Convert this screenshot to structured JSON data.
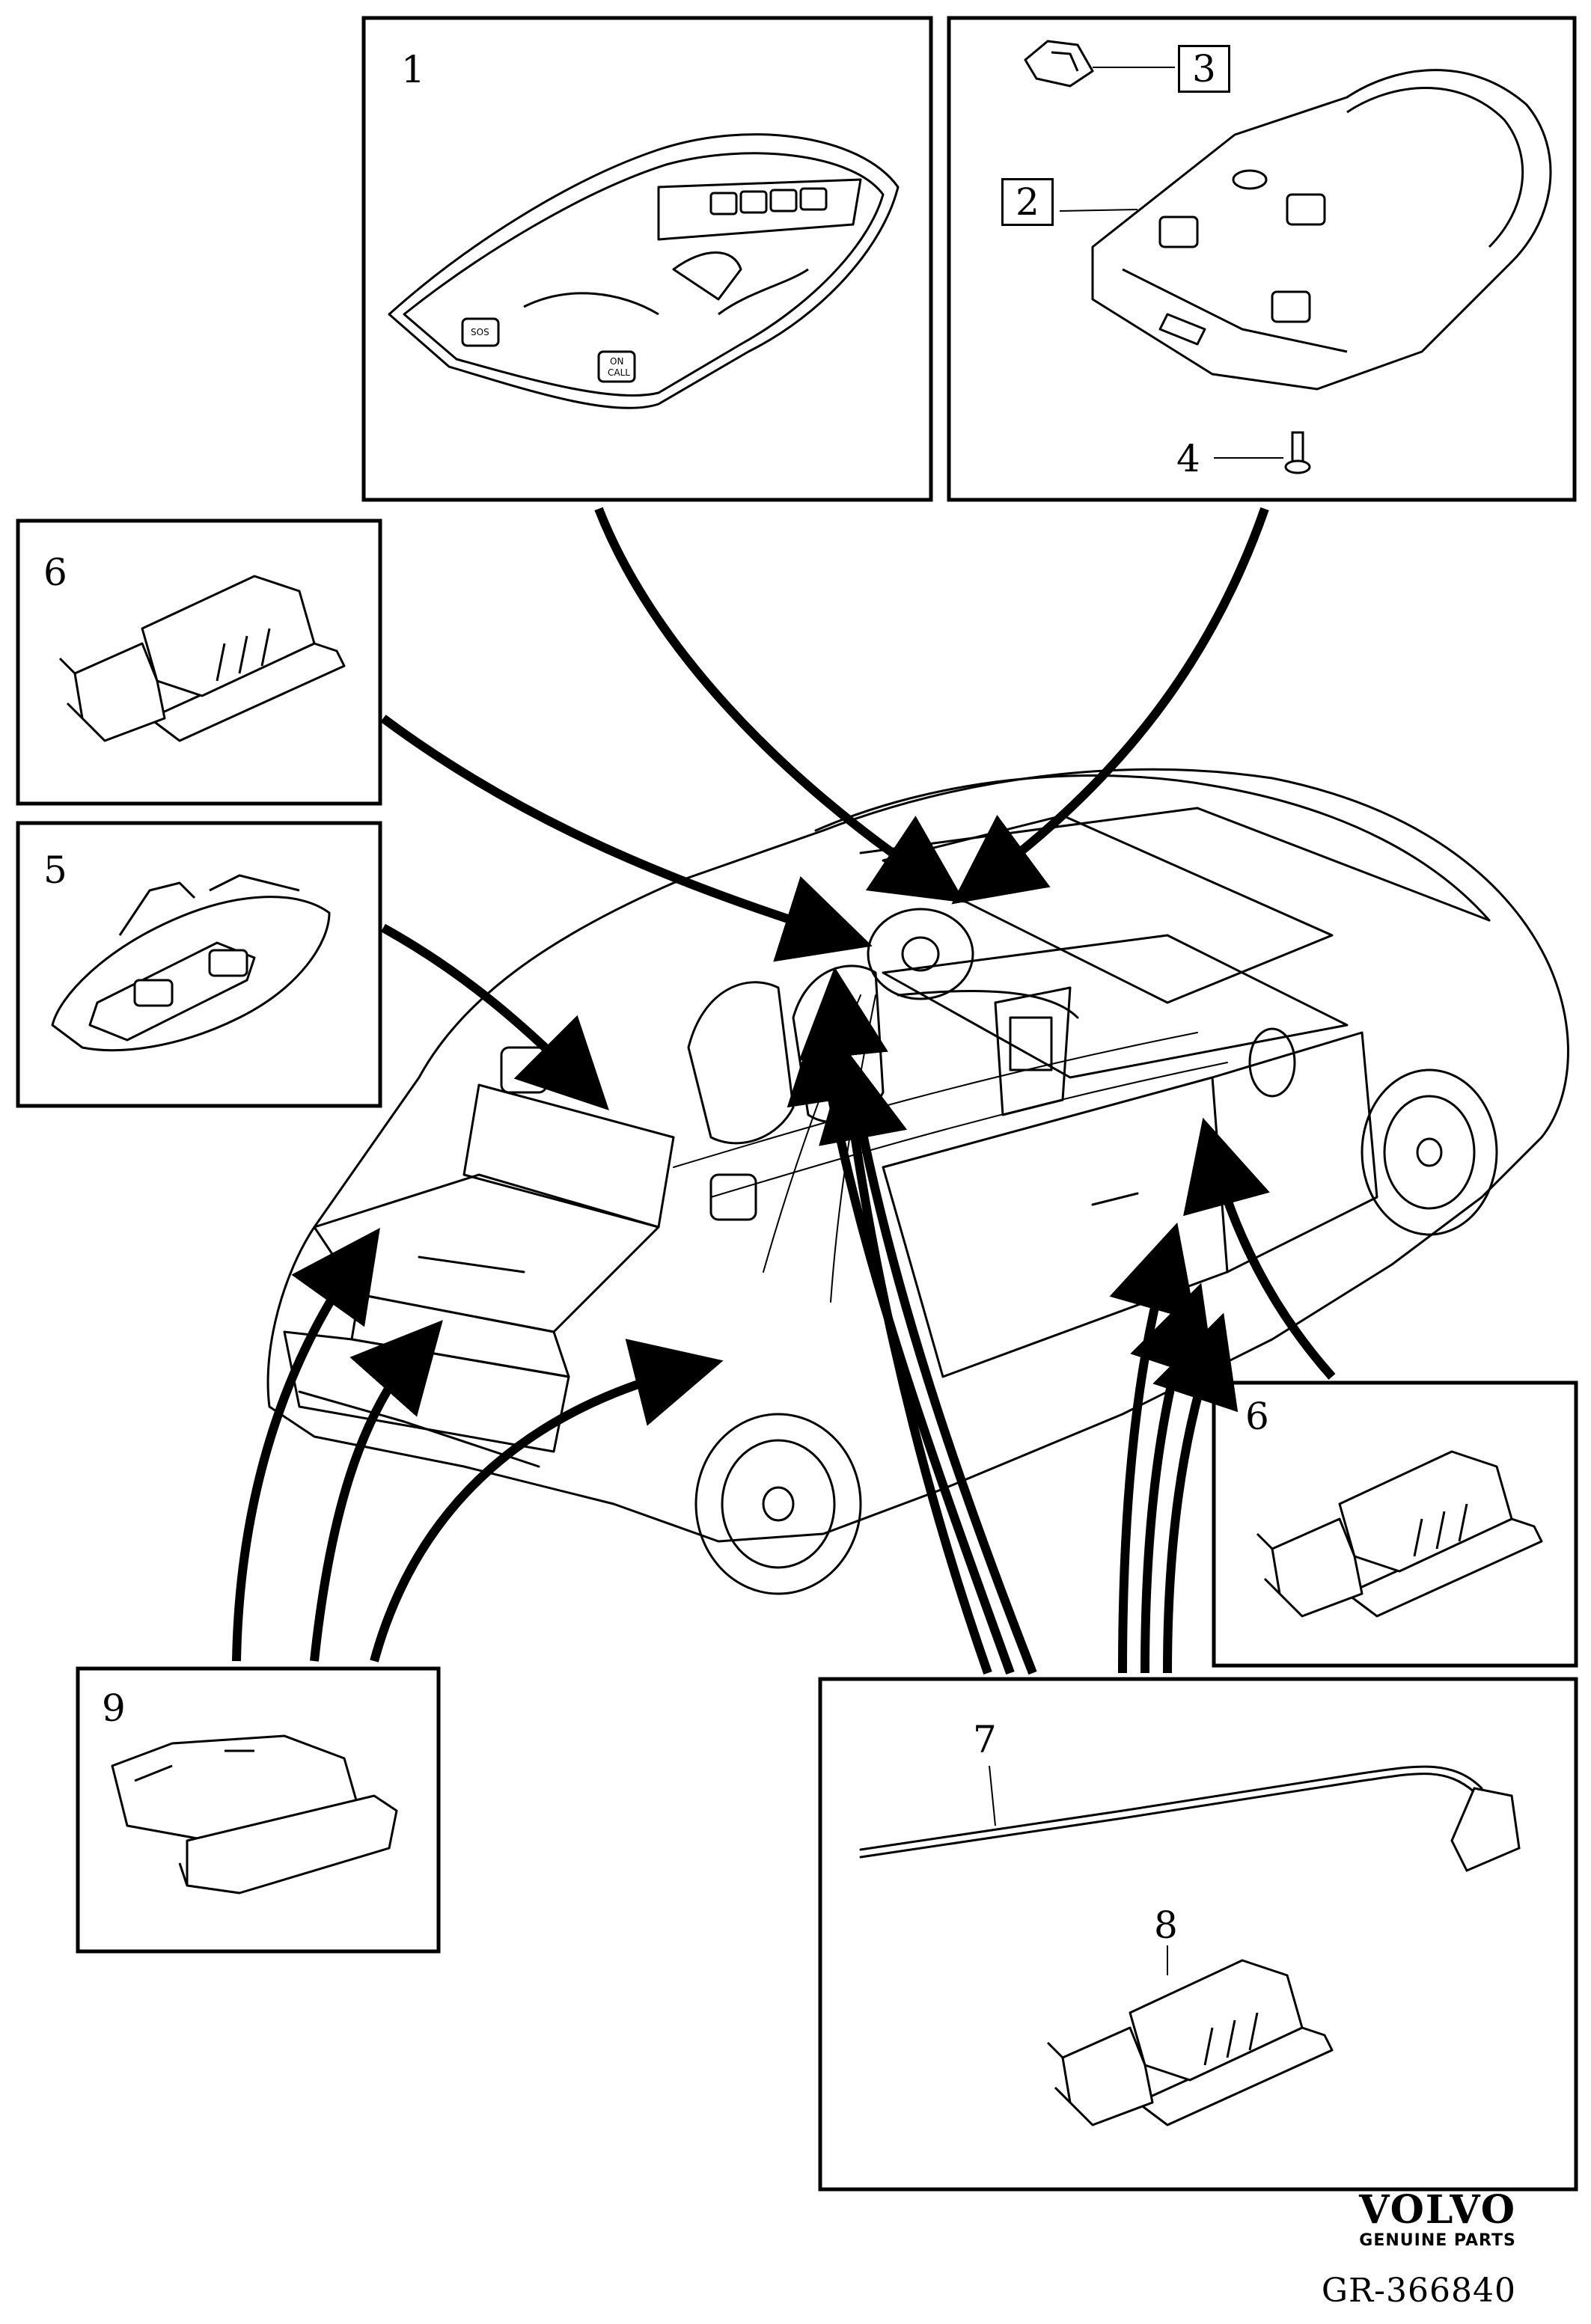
{
  "callouts": {
    "c1": "1",
    "c2": "2",
    "c3": "3",
    "c4": "4",
    "c5": "5",
    "c6a": "6",
    "c6b": "6",
    "c7": "7",
    "c8": "8",
    "c9": "9"
  },
  "module_labels": {
    "sos": "SOS",
    "on_call": "ON CALL",
    "on_call_line1": "ON",
    "on_call_line2": "CALL"
  },
  "brand": {
    "name": "VOLVO",
    "tagline": "GENUINE PARTS"
  },
  "diagram_code": "GR-366840"
}
